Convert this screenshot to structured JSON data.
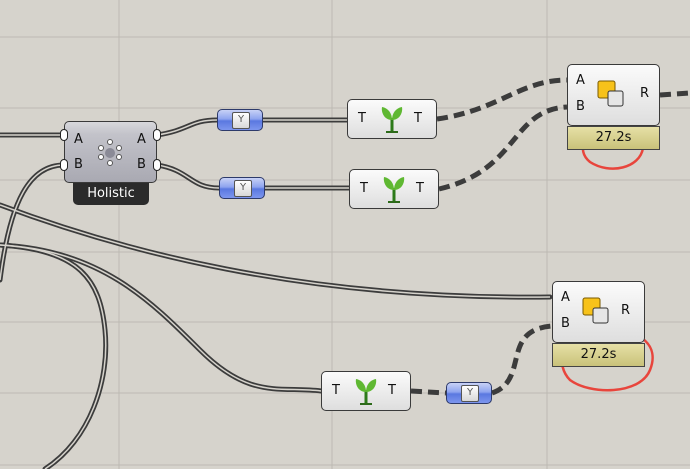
{
  "canvas": {
    "background": "#d6d3cc",
    "grid_color": "#bdbab3",
    "annotation_color": "#e8453c"
  },
  "holistic_node": {
    "caption": "Holistic",
    "inputs": [
      "A",
      "B"
    ],
    "outputs": [
      "A",
      "B"
    ]
  },
  "zip_nodes": [
    {
      "glyph": "Y"
    },
    {
      "glyph": "Y"
    },
    {
      "glyph": "Y"
    }
  ],
  "tree_nodes": [
    {
      "input": "T",
      "output": "T"
    },
    {
      "input": "T",
      "output": "T"
    },
    {
      "input": "T",
      "output": "T"
    }
  ],
  "boolean_nodes": [
    {
      "inputs": [
        "A",
        "B"
      ],
      "output": "R",
      "timer": "27.2s"
    },
    {
      "inputs": [
        "A",
        "B"
      ],
      "output": "R",
      "timer": "27.2s"
    }
  ]
}
